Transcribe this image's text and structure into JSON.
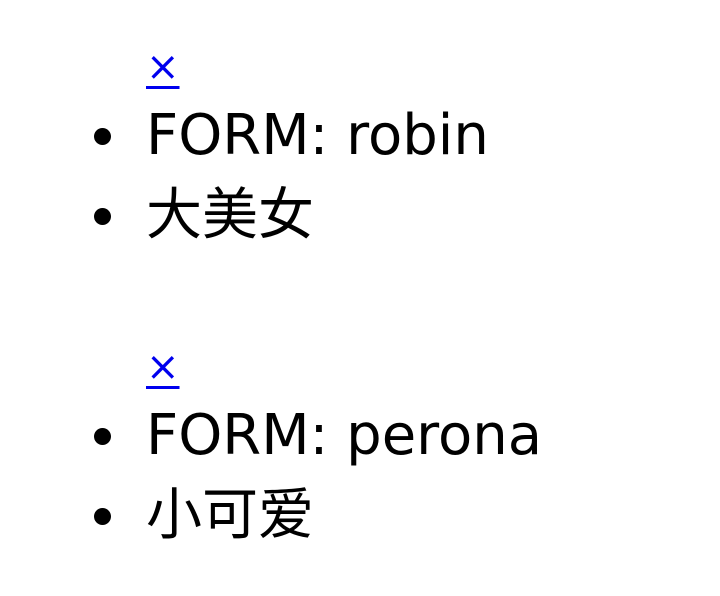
{
  "entries": [
    {
      "close_label": "×",
      "form_label": "FORM: robin",
      "nickname": "大美女"
    },
    {
      "close_label": "×",
      "form_label": "FORM: perona",
      "nickname": "小可爱"
    }
  ],
  "colors": {
    "link": "#0000ee",
    "text": "#000000",
    "background": "#ffffff"
  }
}
